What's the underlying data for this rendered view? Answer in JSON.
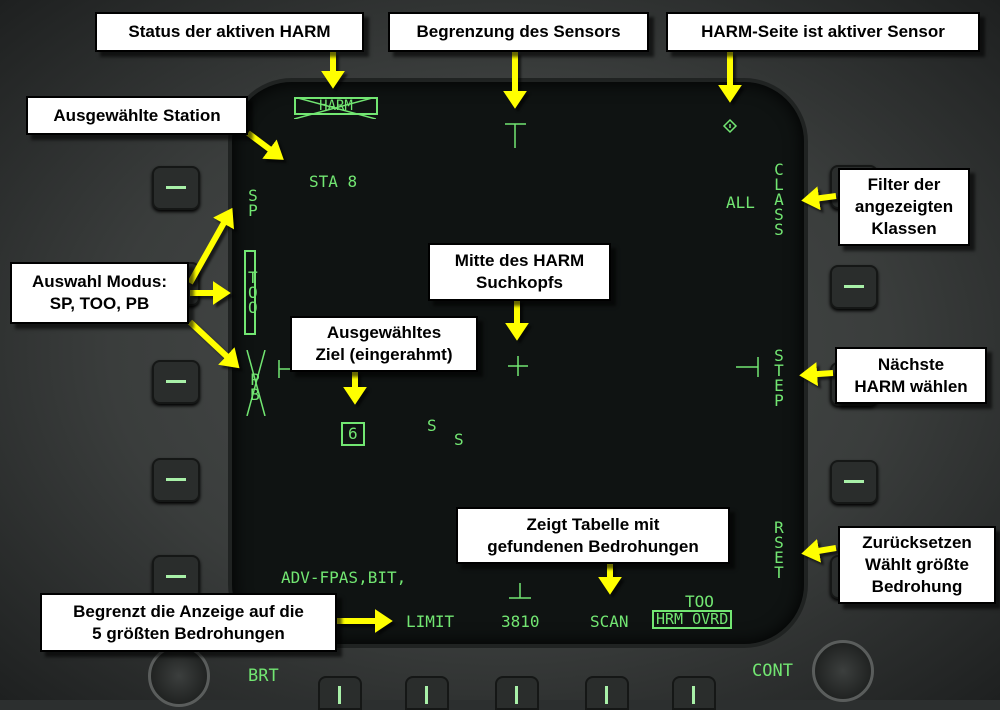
{
  "mfd": {
    "harm_status": "HARM",
    "station": "STA 8",
    "sp": "SP",
    "too": "TOO",
    "pb": "PB",
    "all": "ALL",
    "class": "CLASS",
    "step": "STEP",
    "rset": "RSET",
    "target_symbol": "6",
    "threat_s1": "S",
    "threat_s2": "S",
    "fpas": "ADV-FPAS,BIT,",
    "limit": "LIMIT",
    "altitude": "3810",
    "scan": "SCAN",
    "too_bottom": "TOO",
    "hrm_ovrd": "HRM OVRD",
    "brt": "BRT",
    "cont": "CONT"
  },
  "annotations": {
    "status": "Status der aktiven HARM",
    "sensor_limit": "Begrenzung des Sensors",
    "active_sensor": "HARM-Seite ist aktiver Sensor",
    "station": "Ausgewählte Station",
    "class_filter": "Filter der\nangezeigten\nKlassen",
    "mode": "Auswahl Modus:\nSP, TOO, PB",
    "seeker_center": "Mitte des HARM\nSuchkopfs",
    "selected_target": "Ausgewähltes\nZiel (eingerahmt)",
    "next_harm": "Nächste\nHARM wählen",
    "table": "Zeigt Tabelle mit\ngefundenen Bedrohungen",
    "reset": "Zurücksetzen\nWählt größte\nBedrohung",
    "limit": "Begrenzt die Anzeige auf die\n5 größten Bedrohungen"
  }
}
